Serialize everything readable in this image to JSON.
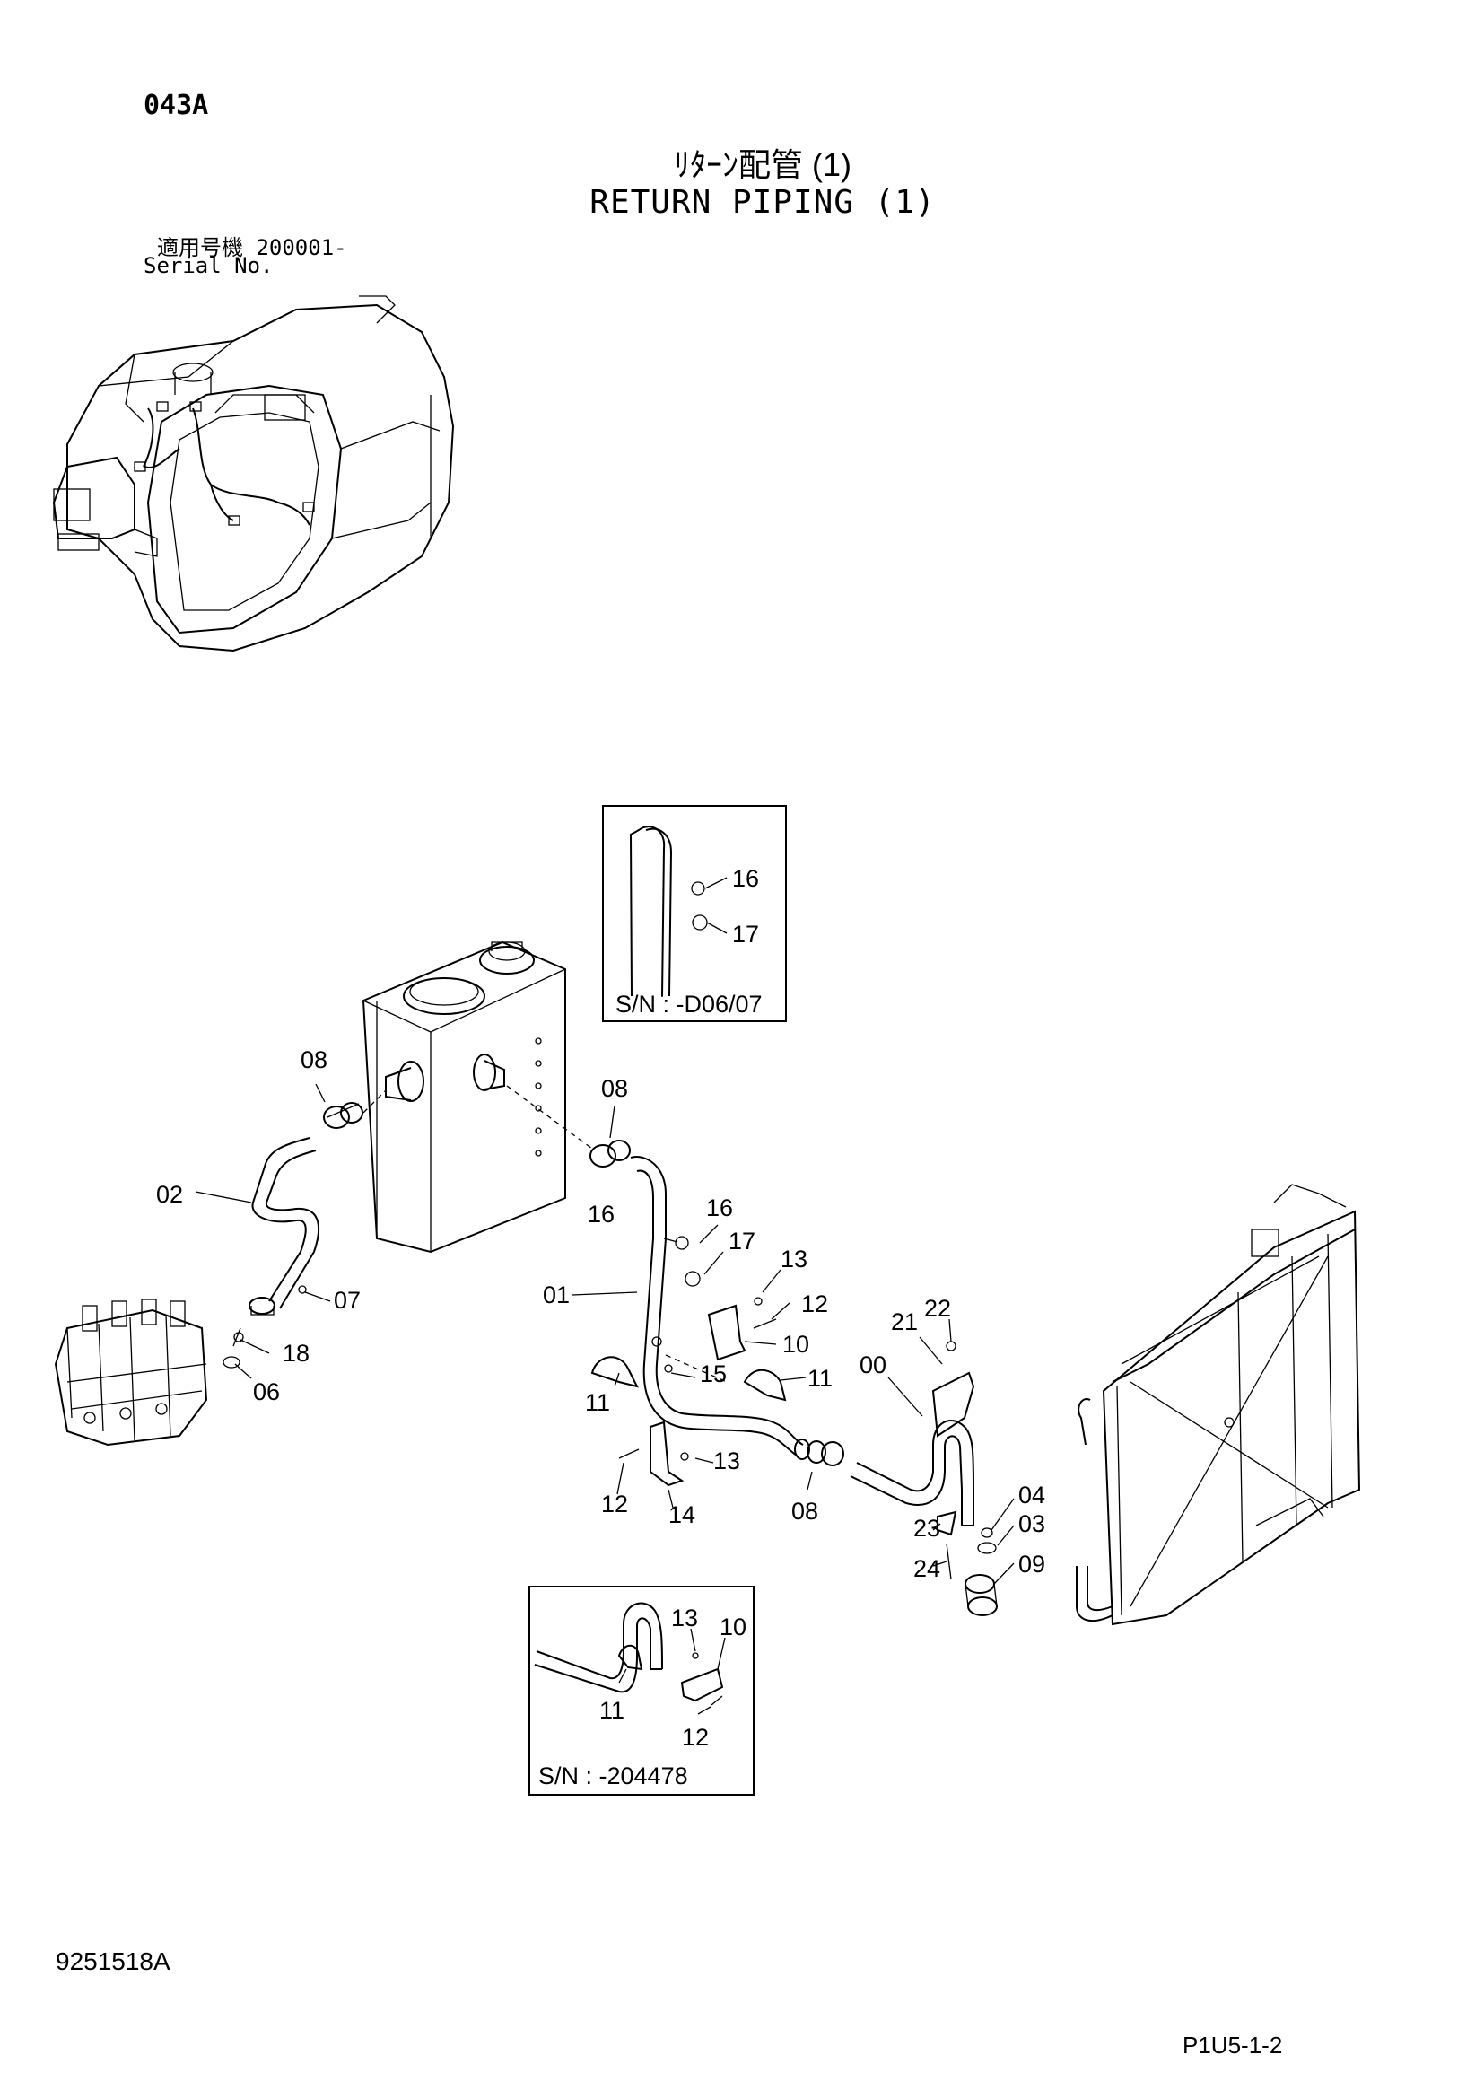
{
  "header": {
    "page_code": "043A",
    "title_jp": "ﾘﾀｰﾝ配管 (1)",
    "title_en": "RETURN PIPING (1)",
    "serial_jp": "適用号機  200001-",
    "serial_en": "Serial No."
  },
  "insets": {
    "top": {
      "serial": "S/N : -D06/07"
    },
    "bottom": {
      "serial": "S/N : -204478"
    }
  },
  "callouts": {
    "main": [
      "08",
      "08",
      "02",
      "07",
      "18",
      "06",
      "16",
      "16",
      "17",
      "13",
      "12",
      "01",
      "10",
      "11",
      "15",
      "11",
      "12",
      "13",
      "14",
      "08",
      "22",
      "21",
      "00",
      "04",
      "03",
      "23",
      "24",
      "09"
    ],
    "inset_top": [
      "16",
      "17"
    ],
    "inset_bottom": [
      "13",
      "10",
      "11",
      "12"
    ]
  },
  "footer": {
    "doc_number": "9251518A",
    "page_ref": "P1U5-1-2"
  }
}
